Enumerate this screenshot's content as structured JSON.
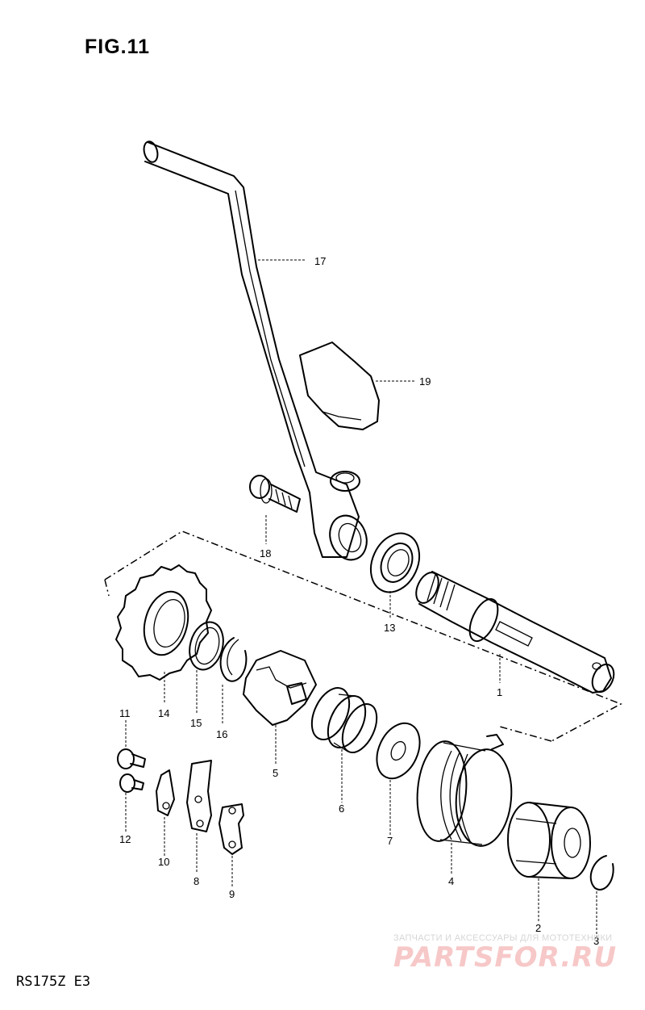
{
  "figure": {
    "title": "FIG.11",
    "model_code": "RS175Z E3"
  },
  "callouts": [
    "1",
    "2",
    "3",
    "4",
    "5",
    "6",
    "7",
    "8",
    "9",
    "10",
    "11",
    "12",
    "13",
    "14",
    "15",
    "16",
    "17",
    "18",
    "19"
  ],
  "watermark": {
    "top_line": "ЗАПЧАСТИ И АКСЕССУАРЫ ДЛЯ МОТОТЕХНИКИ",
    "brand": "PARTSFOR.RU"
  }
}
